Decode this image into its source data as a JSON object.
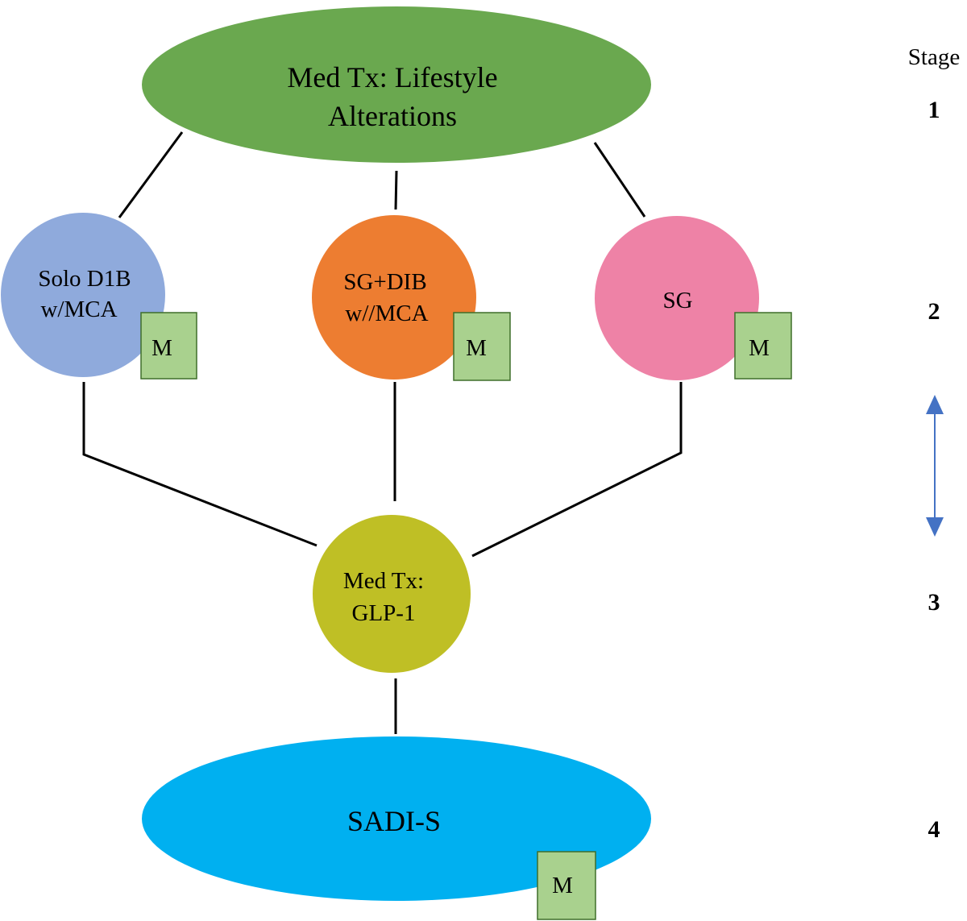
{
  "colors": {
    "lifestyle": "#6aa84f",
    "solo_dib": "#8faadc",
    "sg_dib": "#ed7d31",
    "sg": "#ee82a6",
    "glp1": "#bfbf25",
    "sadi": "#00b0f0",
    "m_box_fill": "#a9d18e",
    "m_box_stroke": "#3f6e2a",
    "arrow": "#4472c4"
  },
  "nodes": {
    "lifestyle": {
      "line1": "Med Tx: Lifestyle",
      "line2": "Alterations"
    },
    "solo_dib": {
      "line1": "Solo D1B",
      "line2": "w/MCA"
    },
    "sg_dib": {
      "line1": "SG+DIB",
      "line2": "w//MCA"
    },
    "sg": {
      "line1": "SG"
    },
    "glp1": {
      "line1": "Med Tx:",
      "line2": "GLP-1"
    },
    "sadi": {
      "line1": "SADI-S"
    }
  },
  "marker_label": "M",
  "stages": {
    "header": "Stage",
    "levels": [
      "1",
      "2",
      "3",
      "4"
    ]
  },
  "icons": {
    "stage_arrow": "double-headed-vertical-arrow"
  }
}
